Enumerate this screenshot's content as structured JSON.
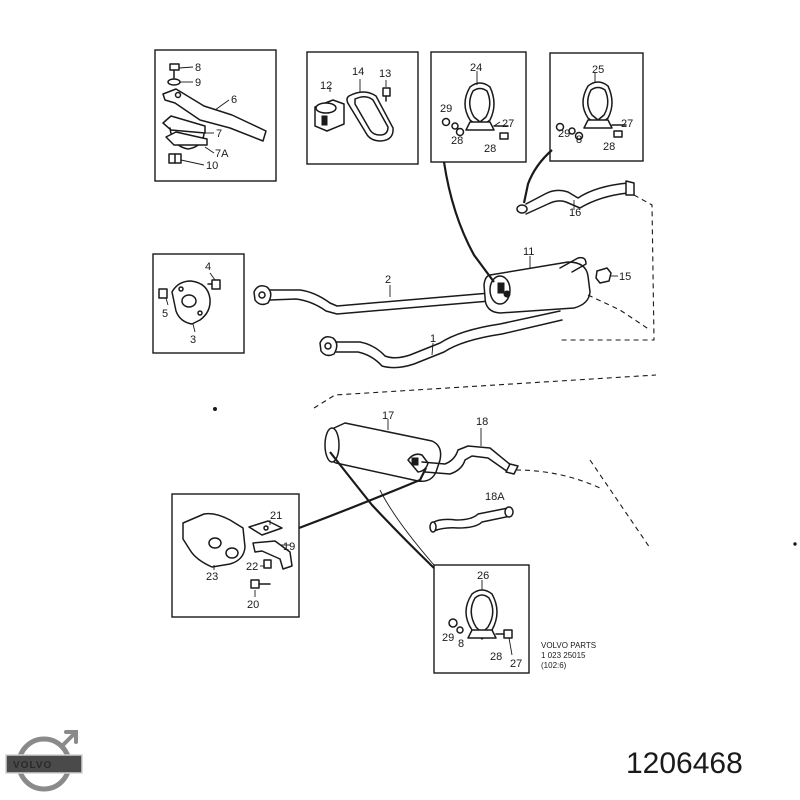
{
  "part_number": "1206468",
  "brand": "VOLVO",
  "stamp": {
    "line1": "VOLVO PARTS",
    "line2": "1 023 25015",
    "line3": "(102:6)"
  },
  "callouts": {
    "c8": "8",
    "c9": "9",
    "c6": "6",
    "c7": "7",
    "c7a": "7A",
    "c10": "10",
    "c12": "12",
    "c14": "14",
    "c13": "13",
    "c24": "24",
    "c29a": "29",
    "c28a": "28",
    "c27a": "27",
    "c28b": "28",
    "c25": "25",
    "c29b": "29",
    "c8b": "8",
    "c27b": "27",
    "c28c": "28",
    "c16": "16",
    "c11": "11",
    "c15": "15",
    "c4": "4",
    "c5": "5",
    "c3": "3",
    "c2": "2",
    "c1": "1",
    "c17": "17",
    "c18": "18",
    "c18a": "18A",
    "c21": "21",
    "c19": "19",
    "c22": "22",
    "c23": "23",
    "c20": "20",
    "c26": "26",
    "c29c": "29",
    "c8c": "8",
    "c28d": "28",
    "c27c": "27"
  }
}
